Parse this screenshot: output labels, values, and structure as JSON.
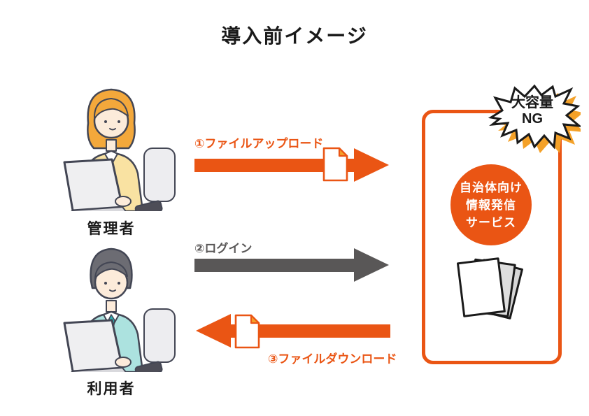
{
  "title": "導入前イメージ",
  "actors": {
    "admin": {
      "label": "管理者"
    },
    "user": {
      "label": "利用者"
    }
  },
  "flows": {
    "upload": {
      "label": "①ファイルアップロード",
      "direction": "right",
      "color": "#EA5514",
      "file_icon": true
    },
    "login": {
      "label": "②ログイン",
      "direction": "right",
      "color": "#595757",
      "file_icon": false
    },
    "download": {
      "label": "③ファイルダウンロード",
      "direction": "left",
      "color": "#EA5514",
      "file_icon": true
    }
  },
  "service": {
    "badge": {
      "line1": "大容量",
      "line2": "NG"
    },
    "circle": {
      "line1": "自治体向け",
      "line2": "情報発信",
      "line3": "サービス"
    }
  },
  "colors": {
    "accent_orange": "#EA5514",
    "badge_shadow_orange": "#F4A128",
    "arrow_gray": "#595757",
    "text_black": "#1A1A1A"
  }
}
